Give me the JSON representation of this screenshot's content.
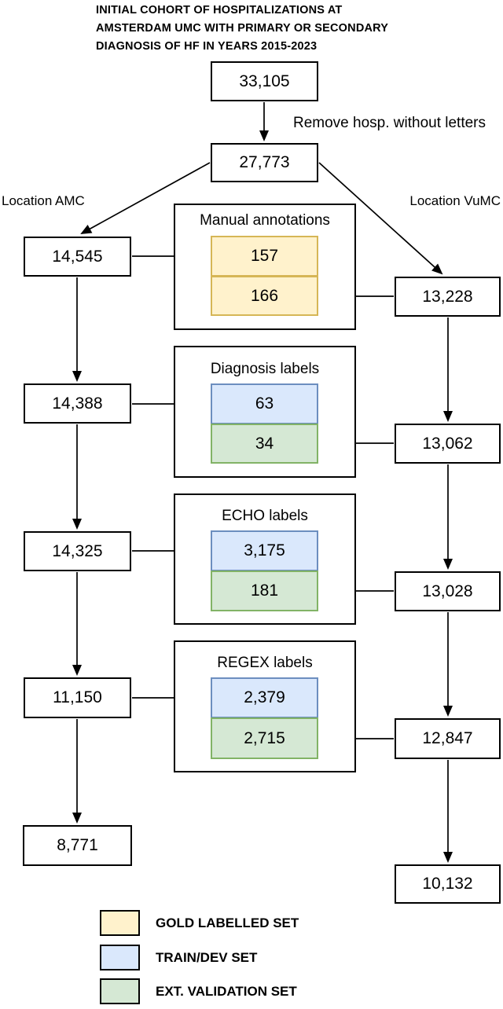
{
  "title": "INITIAL COHORT OF HOSPITALIZATIONS AT\nAMSTERDAM UMC WITH PRIMARY OR SECONDARY\nDIAGNOSIS OF HF IN YEARS 2015-2023",
  "labels": {
    "remove_hosp": "Remove hosp. without letters",
    "location_amc": "Location AMC",
    "location_vumc": "Location VuMC"
  },
  "nodes": {
    "initial": "33,105",
    "with_letters": "27,773",
    "amc": [
      "14,545",
      "14,388",
      "14,325",
      "11,150",
      "8,771"
    ],
    "vumc": [
      "13,228",
      "13,062",
      "13,028",
      "12,847",
      "10,132"
    ]
  },
  "stages": [
    {
      "title": "Manual annotations",
      "amc_value": "157",
      "vumc_value": "166",
      "amc_set": "gold",
      "vumc_set": "gold"
    },
    {
      "title": "Diagnosis labels",
      "amc_value": "63",
      "vumc_value": "34",
      "amc_set": "train",
      "vumc_set": "validation"
    },
    {
      "title": "ECHO labels",
      "amc_value": "3,175",
      "vumc_value": "181",
      "amc_set": "train",
      "vumc_set": "validation"
    },
    {
      "title": "REGEX labels",
      "amc_value": "2,379",
      "vumc_value": "2,715",
      "amc_set": "train",
      "vumc_set": "validation"
    }
  ],
  "legend": [
    {
      "label": "GOLD LABELLED SET",
      "fill": "#FFF2CC",
      "border": "#D6B656"
    },
    {
      "label": "TRAIN/DEV SET",
      "fill": "#DAE8FC",
      "border": "#6C8EBF"
    },
    {
      "label": "EXT. VALIDATION SET",
      "fill": "#D5E8D4",
      "border": "#82B366"
    }
  ],
  "colors": {
    "gold_fill": "#FFF2CC",
    "gold_border": "#D6B656",
    "train_fill": "#DAE8FC",
    "train_border": "#6C8EBF",
    "validation_fill": "#D5E8D4",
    "validation_border": "#82B366",
    "box_border": "#000000",
    "arrow": "#000000"
  }
}
